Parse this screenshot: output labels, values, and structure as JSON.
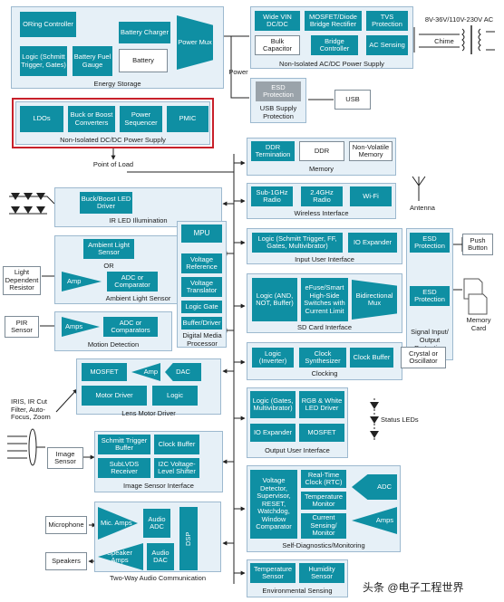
{
  "energy_storage": {
    "caption": "Energy Storage",
    "oring": "ORing Controller",
    "charger": "Battery Charger",
    "logic": "Logic (Schmitt Trigger, Gates)",
    "fuel": "Battery Fuel Gauge",
    "battery": "Battery",
    "mux": "Power Mux"
  },
  "acdc": {
    "caption": "Non-Isolated AC/DC Power Supply",
    "wide_vin": "Wide VIN DC/DC",
    "mosfet_bridge": "MOSFET/Diode Bridge Rectifier",
    "tvs": "TVS Protection",
    "bulk": "Bulk Capacitor",
    "bridge_ctrl": "Bridge Controller",
    "ac_sensing": "AC Sensing",
    "voltage": "8V-36V/110V-230V AC",
    "chime": "Chime"
  },
  "power_label": "Power",
  "usb": {
    "caption": "USB Supply Protection",
    "esd": "ESD Protection",
    "usb": "USB"
  },
  "dcdc": {
    "caption": "Non-Isolated DC/DC Power Supply",
    "ldos": "LDOs",
    "buck": "Buck or Boost Converters",
    "seq": "Power Sequencer",
    "pmic": "PMIC"
  },
  "point_of_load": "Point of Load",
  "memory": {
    "caption": "Memory",
    "ddr_term": "DDR Termination",
    "ddr": "DDR",
    "nvm": "Non-Volatile Memory"
  },
  "ir_led": {
    "caption": "IR LED Illumination",
    "driver": "Buck/Boost LED Driver"
  },
  "wireless": {
    "caption": "Wireless Interface",
    "subghz": "Sub-1GHz Radio",
    "ghz24": "2.4GHz Radio",
    "wifi": "Wi-Fi",
    "antenna": "Antenna"
  },
  "ambient": {
    "caption": "Ambient Light Sensor",
    "sensor": "Ambient Light Sensor",
    "or": "OR",
    "amp": "Amp",
    "adc": "ADC or Comparator",
    "ldr": "Light Dependent Resistor"
  },
  "dmp": {
    "caption": "Digital Media Processor",
    "mpu": "MPU",
    "vref": "Voltage Reference",
    "vtrans": "Voltage Translator",
    "lgate": "Logic Gate",
    "buf": "Buffer/Driver"
  },
  "input_ui": {
    "caption": "Input User Interface",
    "logic": "Logic (Schmitt Trigger, FF, Gates, Multivibrator)",
    "io": "IO Expander"
  },
  "signal_io": {
    "caption": "Signal Input/ Output Protection",
    "esd1": "ESD Protection",
    "esd2": "ESD Protection",
    "push": "Push Button",
    "memcard": "Memory Card"
  },
  "sdcard": {
    "caption": "SD Card Interface",
    "logic": "Logic (AND, NOT, Buffer)",
    "efuse": "eFuse/Smart High-Side Switches with Current Limit",
    "mux": "Bidirectional Mux"
  },
  "motion": {
    "caption": "Motion Detection",
    "amps": "Amps",
    "adc": "ADC or Comparators",
    "pir": "PIR Sensor"
  },
  "clocking": {
    "caption": "Clocking",
    "logic": "Logic (Inverter)",
    "synth": "Clock Synthesizer",
    "buffer": "Clock Buffer",
    "crystal": "Crystal or Oscillator"
  },
  "lens": {
    "caption": "Lens Motor Driver",
    "mosfet": "MOSFET",
    "amp": "Amp",
    "dac": "DAC",
    "motor": "Motor Driver",
    "logic": "Logic",
    "iris": "IRIS, IR Cut Filter, Auto-Focus, Zoom"
  },
  "output_ui": {
    "caption": "Output User Interface",
    "logic": "Logic (Gates, Multivibrator)",
    "rgb": "RGB & White LED Driver",
    "io": "IO Expander",
    "mosfet": "MOSFET",
    "status": "Status LEDs"
  },
  "image_sensor": {
    "caption": "Image Sensor Interface",
    "schmitt": "Schmitt Trigger Buffer",
    "clkbuf": "Clock Buffer",
    "sublvds": "SubLVDS Receiver",
    "i2c": "I2C Voltage-Level Shifter",
    "sensor": "Image Sensor"
  },
  "selfdiag": {
    "caption": "Self-Diagnostics/Monitoring",
    "vdet": "Voltage Detector, Supervisor, RESET, Watchdog, Window Comparator",
    "rtc": "Real-Time Clock (RTC)",
    "temp": "Temperature Monitor",
    "current": "Current Sensing/ Monitor",
    "adc": "ADC",
    "amps": "Amps"
  },
  "audio": {
    "caption": "Two-Way Audio Communication",
    "mic_amps": "Mic. Amps",
    "audio_adc": "Audio ADC",
    "spk_amps": "Speaker Amps",
    "audio_dac": "Audio DAC",
    "dsp": "DSP",
    "microphone": "Microphone",
    "speakers": "Speakers"
  },
  "env": {
    "caption": "Environmental Sensing",
    "temp": "Temperature Sensor",
    "hum": "Humidity Sensor"
  },
  "watermark": "头条 @电子工程世界",
  "colors": {
    "block": "#0f8fa3",
    "panel": "#e6f0f7",
    "highlight": "#c8202a",
    "esd_gray": "#9aa3aa"
  }
}
